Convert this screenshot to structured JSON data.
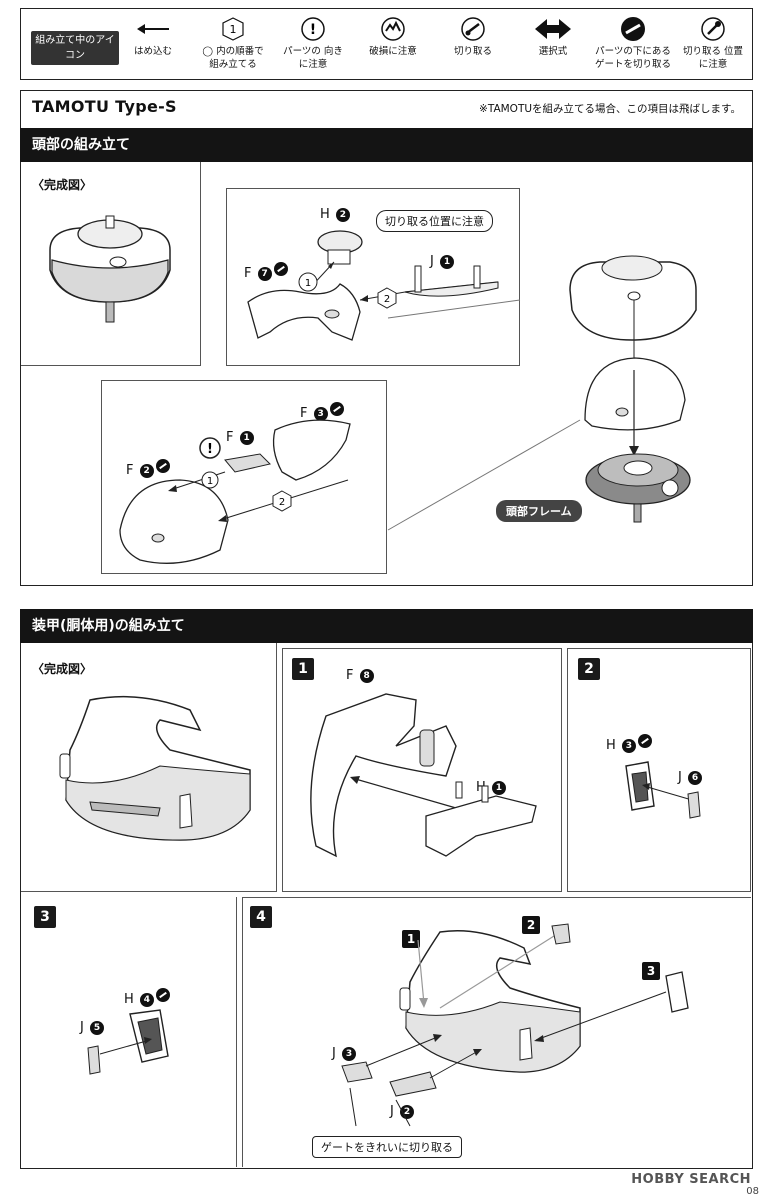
{
  "legend": {
    "tag": "組み立て中のアイコン",
    "items": [
      {
        "icon": "arrow-left-icon",
        "label": "はめ込む"
      },
      {
        "icon": "circle-number-icon",
        "label": "◯ 内の順番で 組み立てる"
      },
      {
        "icon": "attention-icon",
        "label": "パーツの 向きに注意"
      },
      {
        "icon": "damage-warning-icon",
        "label": "破損に注意"
      },
      {
        "icon": "cut-icon",
        "label": "切り取る"
      },
      {
        "icon": "double-arrow-icon",
        "label": "選択式"
      },
      {
        "icon": "cut-under-part-icon",
        "label": "パーツの下にある ゲートを切り取る"
      },
      {
        "icon": "cut-position-icon",
        "label": "切り取る 位置に注意"
      }
    ]
  },
  "section1": {
    "title": "TAMOTU Type-S",
    "note": "※TAMOTUを組み立てる場合、この項目は飛ばします。",
    "bar": "頭部の組み立て",
    "completed": "〈完成図〉",
    "callout_cut_position": "切り取る位置に注意",
    "frame_label": "頭部フレーム",
    "parts": {
      "h2": {
        "letter": "H",
        "num": "2"
      },
      "f7": {
        "letter": "F",
        "num": "7"
      },
      "j1": {
        "letter": "J",
        "num": "1"
      },
      "f1": {
        "letter": "F",
        "num": "1"
      },
      "f2": {
        "letter": "F",
        "num": "2"
      },
      "f3": {
        "letter": "F",
        "num": "3"
      }
    },
    "steps": {
      "one": "1",
      "two": "2"
    }
  },
  "section2": {
    "bar": "装甲(胴体用)の組み立て",
    "completed": "〈完成図〉",
    "panels": [
      "1",
      "2",
      "3",
      "4"
    ],
    "parts": {
      "f8": {
        "letter": "F",
        "num": "8"
      },
      "h1": {
        "letter": "H",
        "num": "1"
      },
      "h3": {
        "letter": "H",
        "num": "3"
      },
      "j6": {
        "letter": "J",
        "num": "6"
      },
      "h4": {
        "letter": "H",
        "num": "4"
      },
      "j5": {
        "letter": "J",
        "num": "5"
      },
      "j3": {
        "letter": "J",
        "num": "3"
      },
      "j2": {
        "letter": "J",
        "num": "2"
      }
    },
    "panel4_steps": [
      "1",
      "2",
      "3"
    ],
    "gate_callout": "ゲートをきれいに切り取る"
  },
  "footer": {
    "watermark": "HOBBY SEARCH",
    "page": "08"
  }
}
